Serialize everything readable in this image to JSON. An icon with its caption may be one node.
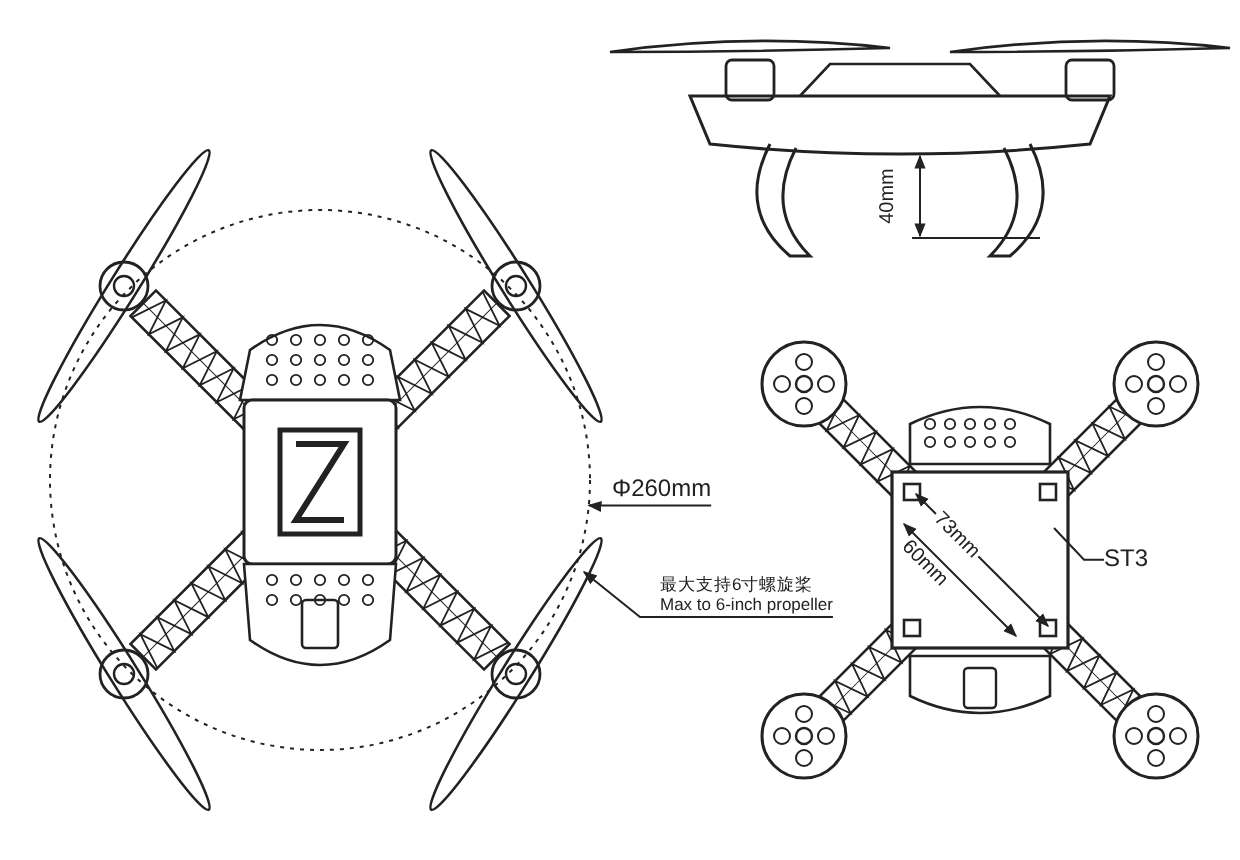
{
  "diagram": {
    "nodes": [
      {
        "text": [
          "Φ260mm"
        ]
      },
      {
        "text": [],
        "shape": "circle"
      },
      {
        "text": [
          "最大支持6寸螺旋桨",
          "Max to 6-inch propeller"
        ]
      },
      {
        "text": [],
        "shape": "picture"
      },
      {
        "text": [
          "ST3"
        ]
      }
    ],
    "edges": [
      {
        "from": 0,
        "to": 1,
        "arrow": "to"
      },
      {
        "from": 2,
        "to": 3,
        "arrow": "to"
      },
      {
        "from": 4,
        "to": null,
        "arrow": "none"
      }
    ],
    "labels": [
      "40mm",
      "73mm",
      "60mm"
    ]
  }
}
